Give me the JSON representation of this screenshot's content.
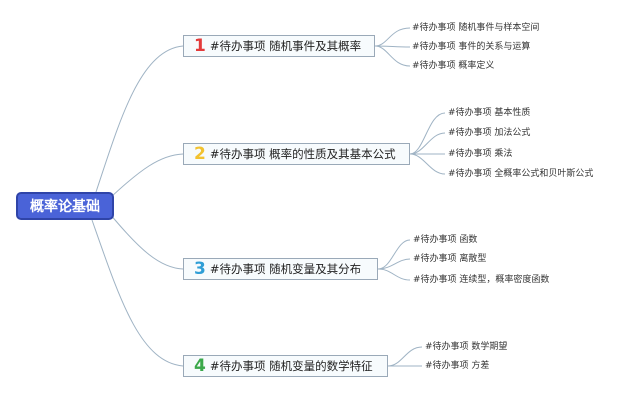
{
  "root": {
    "label": "概率论基础"
  },
  "branches": [
    {
      "number": "1",
      "color": "#e33b3b",
      "label": "#待办事项 随机事件及其概率",
      "leaves": [
        "#待办事项 随机事件与样本空间",
        "#待办事项 事件的关系与运算",
        "#待办事项 概率定义"
      ]
    },
    {
      "number": "2",
      "color": "#f2c230",
      "label": "#待办事项 概率的性质及其基本公式",
      "leaves": [
        "#待办事项 基本性质",
        "#待办事项 加法公式",
        "#待办事项 乘法",
        "#待办事项 全概率公式和贝叶斯公式"
      ]
    },
    {
      "number": "3",
      "color": "#2f9ed6",
      "label": "#待办事项 随机变量及其分布",
      "leaves": [
        "#待办事项 函数",
        "#待办事项 离散型",
        "#待办事项 连续型，概率密度函数"
      ]
    },
    {
      "number": "4",
      "color": "#3aa84a",
      "label": "#待办事项 随机变量的数学特征",
      "leaves": [
        "#待办事项 数学期望",
        "#待办事项 方差"
      ]
    }
  ]
}
